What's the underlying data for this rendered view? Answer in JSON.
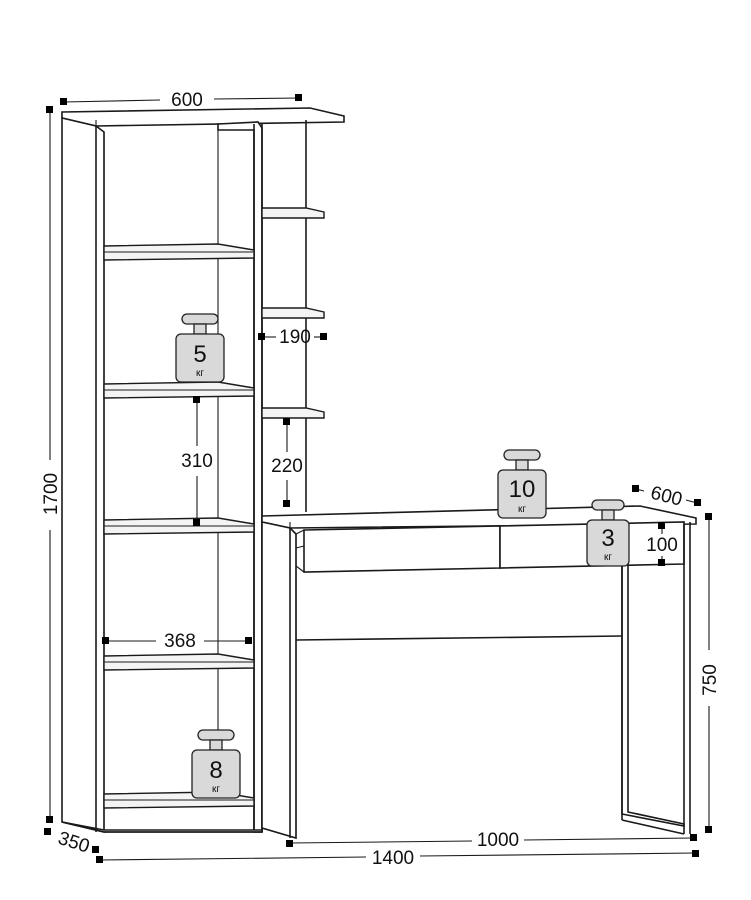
{
  "dimensions": {
    "top_width": "600",
    "total_height": "1700",
    "depth_shelf": "350",
    "total_width": "1400",
    "desk_width": "1000",
    "desk_height": "750",
    "desk_depth": "600",
    "drawer_height": "100",
    "side_shelf_width": "190",
    "side_shelf_gap": "220",
    "shelf_gap": "310",
    "inner_width": "368"
  },
  "weights": [
    {
      "value": "5",
      "unit": "кг"
    },
    {
      "value": "10",
      "unit": "кг"
    },
    {
      "value": "3",
      "unit": "кг"
    },
    {
      "value": "8",
      "unit": "кг"
    }
  ],
  "colors": {
    "line": "#1a1a1a",
    "weight_fill": "#d9d9d9",
    "shelf_fill": "#f4f4f4"
  }
}
